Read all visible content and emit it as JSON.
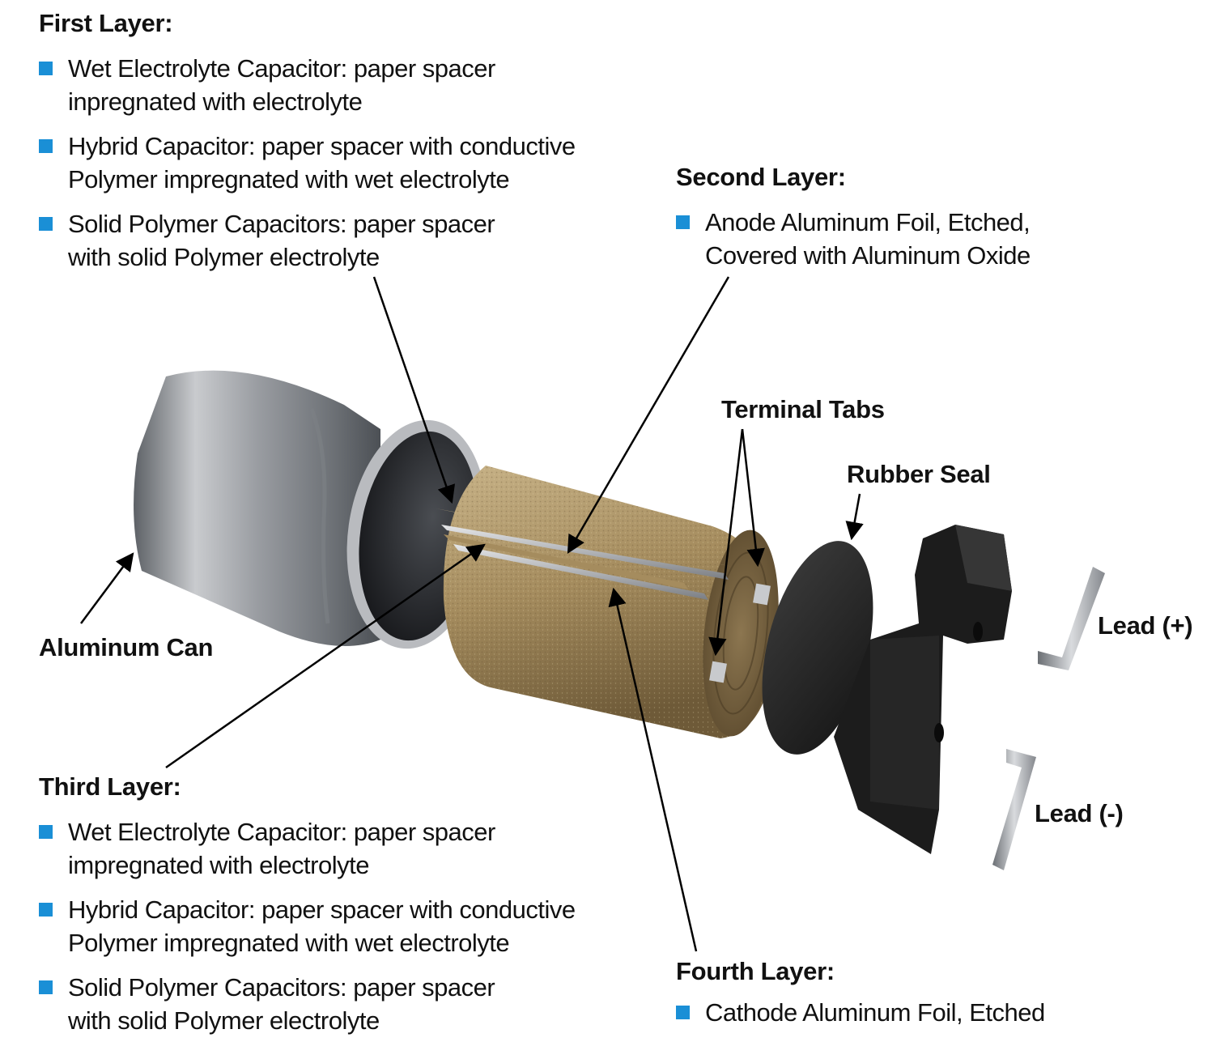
{
  "first_layer": {
    "heading": "First Layer:",
    "items": [
      {
        "line1": "Wet Electrolyte Capacitor: paper spacer",
        "line2": "inpregnated with electrolyte"
      },
      {
        "line1": "Hybrid Capacitor: paper spacer with conductive",
        "line2": "Polymer impregnated with wet electrolyte"
      },
      {
        "line1": "Solid Polymer Capacitors: paper spacer",
        "line2": "with solid Polymer electrolyte"
      }
    ]
  },
  "second_layer": {
    "heading": "Second Layer:",
    "items": [
      {
        "line1": "Anode Aluminum Foil, Etched,",
        "line2": "Covered with Aluminum Oxide"
      }
    ]
  },
  "third_layer": {
    "heading": "Third Layer:",
    "items": [
      {
        "line1": "Wet Electrolyte Capacitor: paper spacer",
        "line2": "impregnated with electrolyte"
      },
      {
        "line1": "Hybrid Capacitor: paper spacer with conductive",
        "line2": "Polymer impregnated with wet electrolyte"
      },
      {
        "line1": "Solid Polymer Capacitors: paper spacer",
        "line2": "with solid Polymer electrolyte"
      }
    ]
  },
  "fourth_layer": {
    "heading": "Fourth Layer:",
    "items": [
      {
        "line1": "Cathode Aluminum Foil, Etched",
        "line2": ""
      }
    ]
  },
  "callouts": {
    "terminal_tabs": "Terminal Tabs",
    "rubber_seal": "Rubber Seal",
    "aluminum_can": "Aluminum Can",
    "lead_positive": "Lead (+)",
    "lead_negative": "Lead (-)"
  },
  "colors": {
    "bullet": "#1a8fd6",
    "paper": "#b19a6c",
    "can": "#a4a6aa",
    "rubber": "#2a2a2a"
  }
}
